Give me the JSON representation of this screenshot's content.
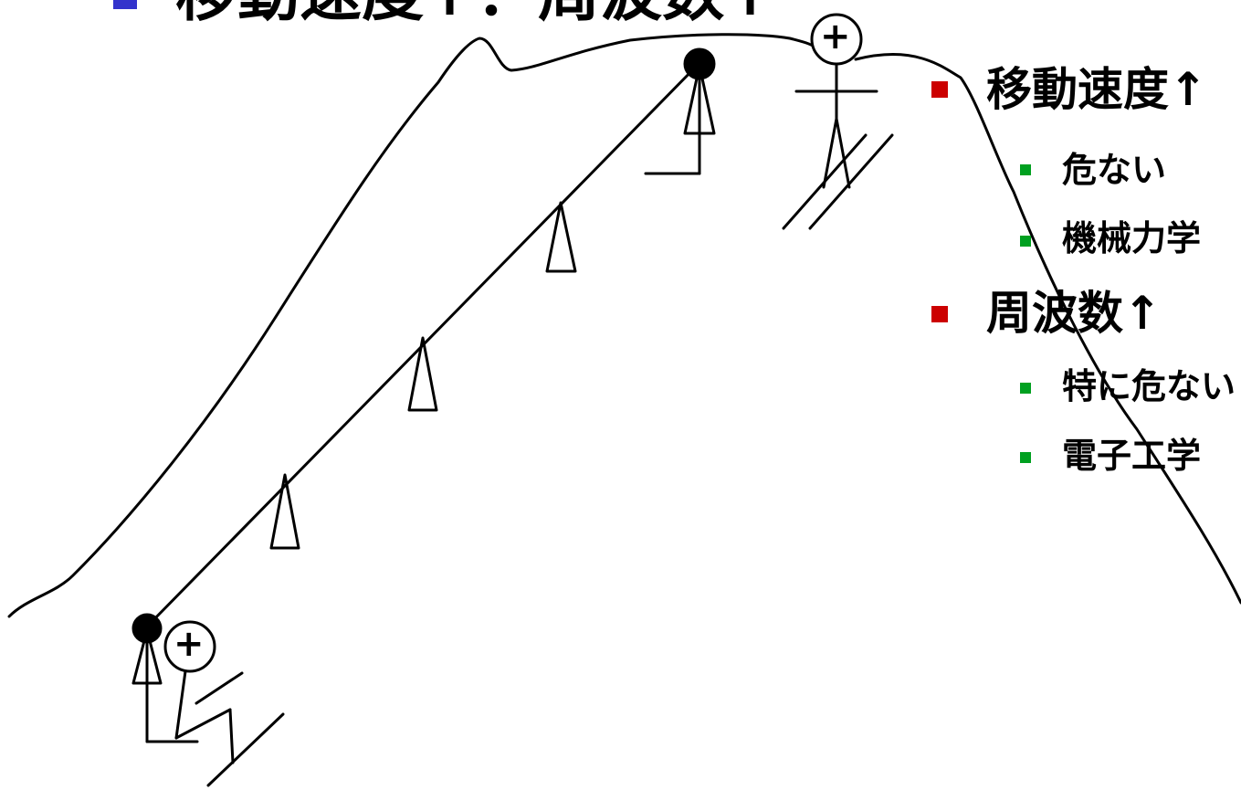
{
  "slide": {
    "title": "移動速度↑：周波数↑",
    "bullets": [
      {
        "text": "移動速度↑",
        "sub": [
          "危ない",
          "機械力学"
        ]
      },
      {
        "text": "周波数↑",
        "sub": [
          "特に危ない",
          "電子工学"
        ]
      }
    ]
  },
  "figure": {
    "plus_sign": "+",
    "icons": [
      "mountain-outline-icon",
      "ski-lift-icon",
      "skier-icon",
      "lift-rider-icon"
    ]
  },
  "colors": {
    "title_bullet": "#3333cc",
    "level1_bullet": "#cc0000",
    "level2_bullet": "#00a020",
    "line": "#000000"
  }
}
